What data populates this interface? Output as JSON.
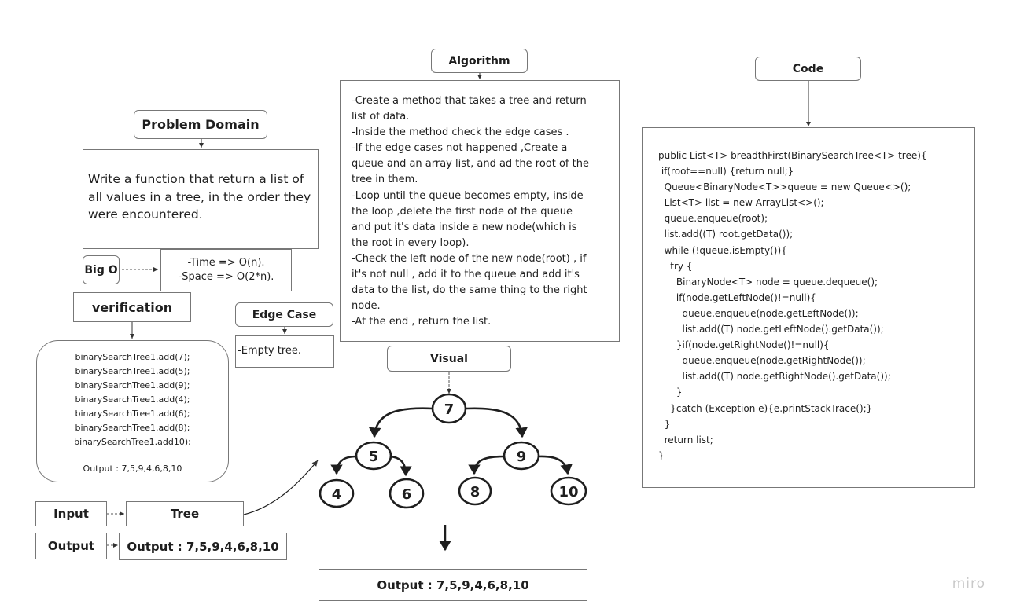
{
  "headers": {
    "algorithm": "Algorithm",
    "code": "Code",
    "problem_domain": "Problem Domain",
    "big_o": "Big O",
    "verification": "verification",
    "edge_case": "Edge Case",
    "visual": "Visual",
    "input": "Input",
    "output": "Output"
  },
  "problem_domain_text": "Write a function that return a list of all values in a tree, in the order they were encountered.",
  "big_o_lines": [
    "-Time => O(n).",
    "-Space => O(2*n)."
  ],
  "edge_case_text": "-Empty tree.",
  "input_value": "Tree",
  "output_value": "Output : 7,5,9,4,6,8,10",
  "final_output": "Output : 7,5,9,4,6,8,10",
  "verification_lines": [
    "binarySearchTree1.add(7);",
    "binarySearchTree1.add(5);",
    "binarySearchTree1.add(9);",
    "binarySearchTree1.add(4);",
    "binarySearchTree1.add(6);",
    "binarySearchTree1.add(8);",
    "binarySearchTree1.add10);"
  ],
  "verification_output": "Output : 7,5,9,4,6,8,10",
  "algorithm_lines": [
    "-Create a method that takes a tree and return",
    "list of data.",
    "-Inside the method check the edge cases .",
    "-If the edge cases not happened ,Create a",
    "queue and an array list, and ad the root of the",
    "tree in them.",
    "-Loop until the queue becomes empty, inside",
    "the loop ,delete the first node of the queue",
    "and put it's data inside a new node(which is",
    "the root in every loop).",
    "-Check the left node of the new node(root) , if",
    "it's not null , add it to the queue and add it's",
    "data to the list, do the same thing to the right",
    "node.",
    "-At the end , return the list."
  ],
  "code_lines": [
    "public List<T> breadthFirst(BinarySearchTree<T> tree){",
    " if(root==null) {return null;}",
    "  Queue<BinaryNode<T>>queue = new Queue<>();",
    "  List<T> list = new ArrayList<>();",
    "  queue.enqueue(root);",
    "  list.add((T) root.getData());",
    "  while (!queue.isEmpty()){",
    "    try {",
    "      BinaryNode<T> node = queue.dequeue();",
    "      if(node.getLeftNode()!=null){",
    "        queue.enqueue(node.getLeftNode());",
    "        list.add((T) node.getLeftNode().getData());",
    "      }if(node.getRightNode()!=null){",
    "        queue.enqueue(node.getRightNode());",
    "        list.add((T) node.getRightNode().getData());",
    "      }",
    "    }catch (Exception e){e.printStackTrace();}",
    "  }",
    "  return list;",
    "}"
  ],
  "tree_nodes": [
    {
      "name": "tree-node-7",
      "label": "7"
    },
    {
      "name": "tree-node-5",
      "label": "5"
    },
    {
      "name": "tree-node-9",
      "label": "9"
    },
    {
      "name": "tree-node-4",
      "label": "4"
    },
    {
      "name": "tree-node-6",
      "label": "6"
    },
    {
      "name": "tree-node-8",
      "label": "8"
    },
    {
      "name": "tree-node-10",
      "label": "10"
    }
  ],
  "watermark": "miro"
}
